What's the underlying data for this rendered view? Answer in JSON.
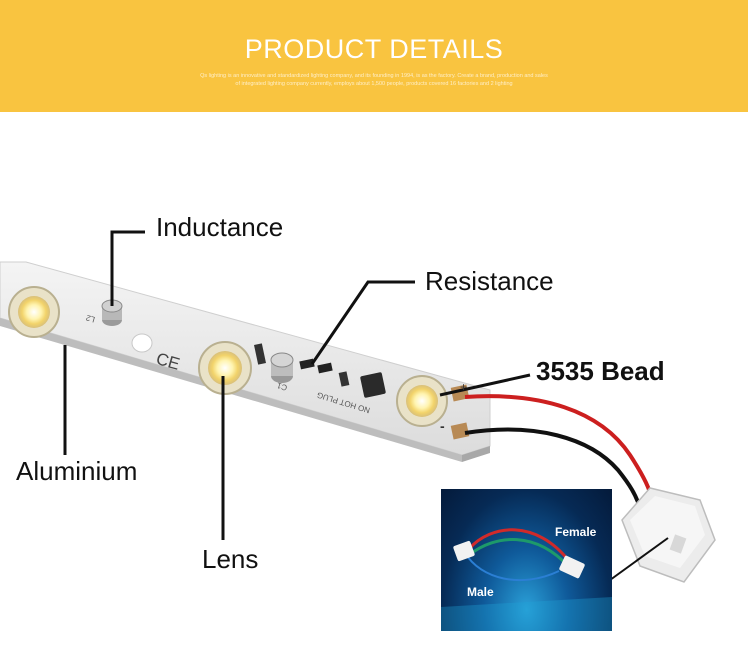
{
  "banner": {
    "title": "PRODUCT DETAILS",
    "subtitle": "Qs lighting is an innovative and standardized lighting company, and its founding in 1994, is as the factory. Create a brand, production and sales of integrated lighting company currently, employs about 1,500 people, products covered 16 factories and 2 lighting"
  },
  "labels": {
    "inductance": "Inductance",
    "resistance": "Resistance",
    "bead": "3535 Bead",
    "aluminium": "Aluminium",
    "lens": "Lens"
  },
  "inset": {
    "female": "Female",
    "male": "Male"
  },
  "pcb_markings": {
    "ce": "CE",
    "no_hot_plug": "NO HOT PLUG",
    "c1": "C1",
    "l2": "L2",
    "plus": "+",
    "minus": "-"
  },
  "colors": {
    "banner": "#f9c440",
    "wire_red": "#cc1f1f",
    "wire_black": "#111111"
  }
}
